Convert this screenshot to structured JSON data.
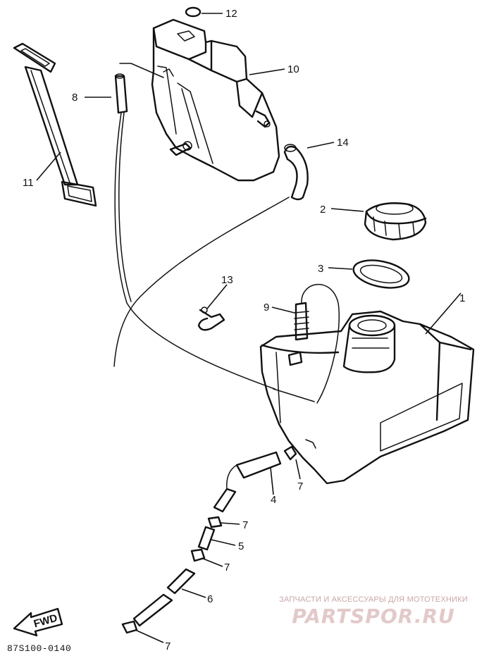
{
  "diagram": {
    "code": "87S100-0140",
    "callouts": {
      "c1": "1",
      "c2": "2",
      "c3": "3",
      "c4": "4",
      "c5": "5",
      "c6": "6",
      "c7a": "7",
      "c7b": "7",
      "c7c": "7",
      "c7d": "7",
      "c8": "8",
      "c9": "9",
      "c10": "10",
      "c11": "11",
      "c12": "12",
      "c13": "13",
      "c14": "14"
    },
    "fwd_label": "FWD"
  },
  "watermark": {
    "tagline": "ЗАПЧАСТИ И АКСЕССУАРЫ ДЛЯ МОТОТЕХНИКИ",
    "brand": "PARTSPOR.RU"
  }
}
